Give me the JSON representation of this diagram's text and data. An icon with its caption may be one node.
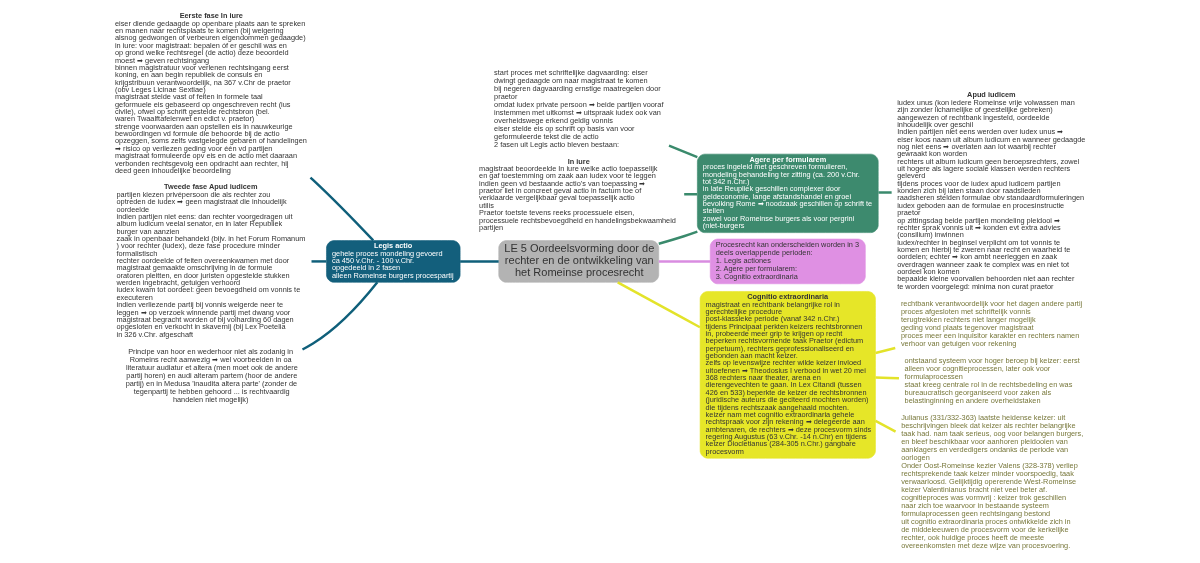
{
  "diagram": {
    "nodes": [
      {
        "text": [
          "LE 5 Oordeelsvorming door de rechter en de ontwikkeling van het Romeinse procesrecht"
        ]
      },
      {
        "text": [
          "Procesrecht kan onderscheiden worden in 3 deels overlappende perioden:",
          "1. Legis actiones",
          "2. Agere per formularem:",
          "3. Cognitio extraordinaria"
        ]
      },
      {
        "text": [
          "Legis actio",
          "gehele proces mondeling gevoerd",
          "ca 450 v.Chr. - 100 v.Chr.",
          "opgedeeld in 2 fasen",
          "alleen Romeinse burgers procespartij"
        ]
      },
      {
        "text": [
          "Eerste fase In iure",
          "eiser diende gedaagde op openbare plaats aan te spreken en manen naar rechtsplaats te komen (bij weigering alsnog gedwongen of verbeuren eigendommen gedaagde)",
          "in iure: voor magistraat: bepalen óf er geschil was en op grond welke rechtsregel (de actio) deze beoordeld moest ➡ geven rechtsingang",
          "binnen magistratuur voor verlenen rechtsingang eerst koning, en aan begin republiek de consuls en krijgstribuun verantwoordelijk, na 367 v.Chr de praetor (obv Leges Licinae Sextiae)",
          "magistraat stelde vast of feiten in formele taal geformuele eis gebaseerd op ongeschreven recht (ius civile), ofwel op schrift gestelde rechtsbron (bel. waren Twaalftafelenwet en edict v. praetor)",
          "strenge voorwaarden aan opstellen eis in nauwkeurige bewoordingen vd formule die behoorde bij de actio opzeggen, soms zelfs vastgelegde gebaren of handelingen ➡ risico op verliezen geding voor één vd partijen",
          "magistraat formuleerde opv eis en de actio met daaraan verbonden rechtsgevolg een opdracht aan rechter, hij deed geen inhoudelijke beoordeling"
        ]
      },
      {
        "text": [
          "Tweede fase Apud iudicem",
          "partijen kiezen privépersoon die als rechter zou optreden de iudex ➡ geen magistraat die inhoudelijk oordeelde",
          "indien partijen niet eens: dan rechter voorgedragen uit album iudicum veelal senator, en in later Republiek burger van aanzien",
          "zaak in openbaar behandeld (bijv. in het Forum Romanum ) voor rechter (iudex), deze fase procedure minder formalistisch",
          "rechter oordeelde of feiten overeenkwamen met door magistraat gemaakte omschrijving in de formule",
          "oratoren pleitten, en door juristen opgestelde stukken werden ingebracht, getuigen verhoord",
          "iudex kwam tot oordeel: geen bevoegdheid om vonnis te executeren",
          "indien verliezende partij bij vonnis weigerde neer te leggen ➡ op verzoek winnende partij met dwang voor magistraat begracht worden of bij volharding 60 dagen opgesloten en verkocht in skavernij (bij Lex Poetelia in 326 v.Chr. afgeschaft"
        ]
      },
      {
        "text": [
          "Principe van hoor en wederhoor niet als zodanig in Romeins recht aanwezig ➡ wel voorbeelden in oa literatuur audiatur et altera (men moet ook de andere partij horen) en audi alteram partem (hoor de andere partij) en in Medusa 'inaudita altera parte' (zonder de tegenpartij te hebben gehoord ... is rechtvaardig handelen niet mogelijk)"
        ]
      },
      {
        "text": [
          "Agere per formularem",
          "proces ingeleid met geschreven formulieren, mondeling behandeling ter zitting (ca. 200 v.Chr. tot 342 n.Chr.)",
          "in late Reupliek geschillen complexer door geldeconomie, lange afstandshandel en groei bevolking Rome ➡ noodzaak geschillen op schrift te stellen",
          "zowel voor Romeinse burgers als voor pergrini (niet-burgers"
        ]
      },
      {
        "text": [
          "start proces met schriftelijke dagvaarding: eiser dwingt gedaagde om naar magistraat te komen",
          "bij negeren dagvaarding ernstige maatregelen door praetor",
          "omdat iudex private persoon ➡ beide partijen vooraf instemmen met uitkomst ➡ uitspraak iudex ook van overheidswege erkend geldig vonnis",
          "eiser stelde eis op schrift op basis van voor geformuleerde tekst die de actio",
          "2 fasen uit Legis actio bleven bestaan:"
        ]
      },
      {
        "text": [
          "In iure",
          "magistraat beoordeelde In iure welke actio toepasselijk en gaf toestemming om zaak aan iudex voor te leggen",
          "indien geen vd bestaande actio's van toepassing ➡ praetor liet in concreet geval actio in factum toe of verklaarde vergelijkbaar geval toepasselijk actio utilis",
          "Praetor toetste tevens reeks processuele eisen, processuele rechtsbevoegdheid en handelingsbekwaamheid partijen"
        ]
      },
      {
        "text": [
          "Apud iudicem",
          "iudex unus (kon iedere Romeinse vrije volwassen man zijn zonder lichamelijke of geestelijke gebreken) aangewezen of rechtbank ingesteld, oordeelde inhoudelijk over geschil",
          "Indien partijen niet eens werden over iudex unus ➡ eiser koos naam uit album iudicum en wanneer gedaagde nog niet eens ➡ overlaten aan lot waarbij rechter gewraakt kon worden",
          "rechters uit album iudicum geen beroepsrechters, zowel uit hogere als lagere sociale klassen werden rechters geleverd",
          "tijdens proces voor de iudex apud iudicem partijen konden zich bij laten staan door raadslieden",
          "raadsheren stelden formulae obv standaardformuleringen",
          "iudex geboden aan de formulae en procesinstructie praetor",
          "op zittingsdag beide partijen mondeling pleidooi ➡ rechter sprak vonnis uit ➡ konden evt extra advies (consilium) inwinnen",
          "iudex/rechter in beginsel verplicht om tot vonnis te komen en hierbij te zweren naar recht en waarheid te oordelen; echter ➡ kon ambt neerleggen en zaak overdragen wanneer zaak te complex was en niet tot oordeel kon komen",
          "bepaalde kleine voorvallen behoorden niet aan rechter te worden voorgelegd: minima non curat praetor"
        ]
      },
      {
        "text": [
          "Cognitio extraordinaria",
          "magistraat en rechtbank belangrijke rol in gerechtelijke procedure",
          "post-klassieke periode (vanaf 342 n.Chr.)",
          "tijdens Principaat perkten keizers rechtsbronnen in, probeerde meer grip te krijgen op recht beperken rechtsvormende taak Praetor (edictum perpetuum), rechters geprofessionaliseerd en gebonden aan macht keizer.",
          "zelfs op levenswijze rechter wilde keizer invloed uitoefenen ➡ Theodosius I verbood in wet 20 mei 368 rechters naar theater, arena en dierengevechten te gaan. In Lex Citandi (tussen 426 en 533) beperkte de keizer de rechtsbronnen (juridische auteurs die geciteerd mochten worden) die tijdens rechtszaak aangehaald mochten.",
          "keizer nam met cognitio extraordinaria gehele rechtspraak voor zijn rekening ➡ delegeerde aan ambtenaren, de rechters ➡ deze procesvorm sinds regering Augustus (63 v.Chr. -14 n.Chr) en tijdens keizer Diocletianus (284-305 n.Chr.) gangbare procesvorm"
        ]
      },
      {
        "text": [
          "rechtbank verantwoordelijk voor het dagen andere partij",
          "proces afgesloten met schriftelijk vonnis",
          "terugtrekken rechters niet langer mogelijk",
          "geding vond plaats tegenover magistraat",
          "proces meer een inquisitor karakter en rechters namen verhoor van getuigen voor rekening"
        ]
      },
      {
        "text": [
          "ontstaand systeem voor hoger beroep bij keizer: eerst alleen voor cognitieprocessen, later ook voor formulaprocessen",
          "staat kreeg centrale rol in de rechtsbedeling en was bureaucratisch georganiseerd voor zaken als belastinginning en andere overheidstaken"
        ]
      },
      {
        "text": [
          "Julianus (331/332-363) laatste heidense keizer: uit beschrijvingen bleek dat keizer als rechter belangrijke taak had. nam taak serieus, oog voor belangen burgers, en bleef beschikbaar voor aanhoren pleidooien van aanklagers en verdedigers ondanks de periode van oorlogen",
          "Onder Oost-Romeinse kezier Valens (328-378) verliep rechtsprekende taak keizer minder voorspoedig, taak verwaarloosd. Gelijktijdig opererende West-Romeinse keizer Valentinianus bracht niet veel beter af.",
          "cognitieproces was vormvrij : keizer trok geschillen naar zich toe waarvoor in bestaande systeem formulaprocessen geen rechtsingang bestond",
          "uit cognitio extraordinaria proces ontwikkelde zich in de middeleeuwen de procesvorm voor de kerkelijke rechter, ook huidige proces heeft de meeste overeenkomsten met deze wijze van procesvoering."
        ]
      }
    ],
    "edges": [
      {
        "from": 0,
        "to": 1,
        "arrow": "none",
        "color": "#d98ce0"
      },
      {
        "from": 0,
        "to": 2,
        "arrow": "none",
        "color": "#0f5f7a"
      },
      {
        "from": 2,
        "to": 3,
        "arrow": "none",
        "color": "#0f5f7a"
      },
      {
        "from": 2,
        "to": 4,
        "arrow": "none",
        "color": "#0f5f7a"
      },
      {
        "from": 2,
        "to": 5,
        "arrow": "none",
        "color": "#0f5f7a"
      },
      {
        "from": 0,
        "to": 6,
        "arrow": "none",
        "color": "#3a8a6c"
      },
      {
        "from": 6,
        "to": 7,
        "arrow": "none",
        "color": "#3a8a6c"
      },
      {
        "from": 6,
        "to": 8,
        "arrow": "none",
        "color": "#3a8a6c"
      },
      {
        "from": 6,
        "to": 9,
        "arrow": "none",
        "color": "#3a8a6c"
      },
      {
        "from": 0,
        "to": 10,
        "arrow": "none",
        "color": "#e3e32a"
      },
      {
        "from": 10,
        "to": 11,
        "arrow": "none",
        "color": "#e3e32a"
      },
      {
        "from": 10,
        "to": 12,
        "arrow": "none",
        "color": "#e3e32a"
      },
      {
        "from": 10,
        "to": 13,
        "arrow": "none",
        "color": "#e3e32a"
      }
    ]
  }
}
